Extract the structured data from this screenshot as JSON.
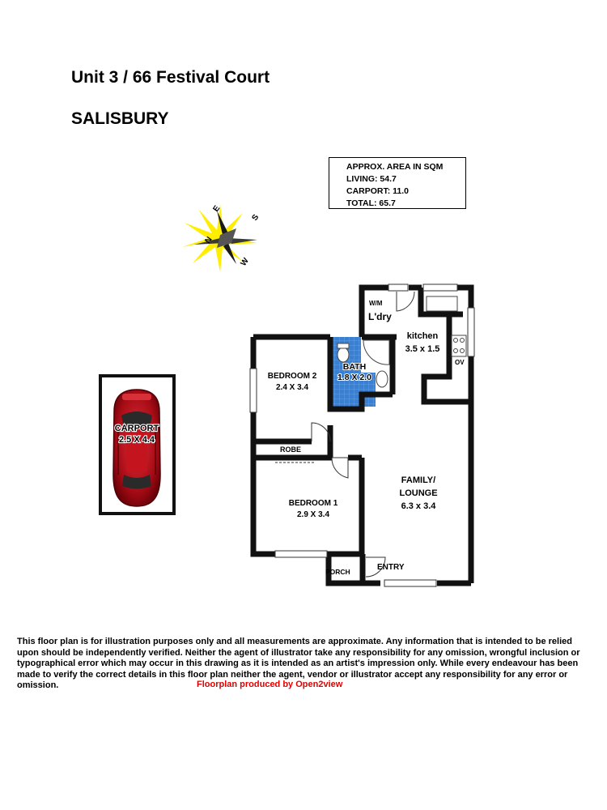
{
  "header": {
    "address": "Unit 3 / 66 Festival Court",
    "suburb": "SALISBURY"
  },
  "area_box": {
    "heading": "APPROX. AREA IN SQM",
    "living": "LIVING: 54.7",
    "carport": "CARPORT: 11.0",
    "total": "TOTAL: 65.7"
  },
  "compass": {
    "labels": {
      "north": "N",
      "east": "E",
      "south": "S",
      "west": "W"
    }
  },
  "rooms": {
    "wm": "W/M",
    "laundry": "L'dry",
    "kitchen_name": "kitchen",
    "kitchen_size": "3.5 x 1.5",
    "oven": "OV",
    "bath_name": "BATH",
    "bath_size": "1.8 X 2.0",
    "bedroom2_name": "BEDROOM 2",
    "bedroom2_size": "2.4 X 3.4",
    "robe": "ROBE",
    "bedroom1_name": "BEDROOM 1",
    "bedroom1_size": "2.9 X 3.4",
    "family_line1": "FAMILY/",
    "family_line2": "LOUNGE",
    "family_size": "6.3 x 3.4",
    "entry": "ENTRY",
    "porch": "PORCH",
    "carport_name": "CARPORT",
    "carport_size": "2.5 X 4.4"
  },
  "footer": {
    "disclaimer": "This floor plan is for illustration purposes only and all measurements are approximate. Any information that is intended to be relied upon should be independently verified. Neither the agent of illustrator take any responsibility for any omission, wrongful inclusion or typographical error which may occur in this drawing as it is intended as an artist's impression only. While every endeavour has been made to verify the correct details in this floor plan neither the agent, vendor or illustrator accept any responsibility for any error or omission.",
    "credit": "Floorplan produced by Open2view"
  },
  "colors": {
    "wall": "#111111",
    "bath_tile": "#3a7fd0",
    "car_body": "#b0101a",
    "compass_glow": "#ffee00",
    "credit_text": "#e00000"
  }
}
